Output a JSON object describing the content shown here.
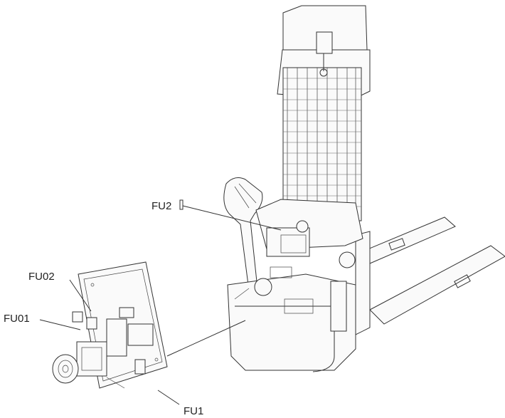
{
  "labels": {
    "fu2": "FU2",
    "fu02": "FU02",
    "fu01": "FU01",
    "fu1": "FU1"
  }
}
